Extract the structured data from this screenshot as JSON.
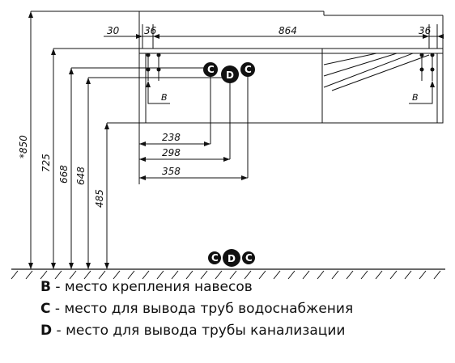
{
  "dimensions": {
    "top_offset": "30",
    "hinge_left": "36",
    "width_inner": "864",
    "hinge_right": "36",
    "height_total": "*850",
    "height_725": "725",
    "height_668": "668",
    "height_648": "648",
    "height_485": "485",
    "c1_offset": "238",
    "d_offset": "298",
    "c2_offset": "358"
  },
  "marks": {
    "b_left": "B",
    "b_right": "B",
    "c": "C",
    "d": "D"
  },
  "legend": [
    {
      "code": "B",
      "text": "- место крепления навесов"
    },
    {
      "code": "C",
      "text": "- место для вывода труб водоснабжения"
    },
    {
      "code": "D",
      "text": "- место для вывода трубы канализации"
    }
  ]
}
